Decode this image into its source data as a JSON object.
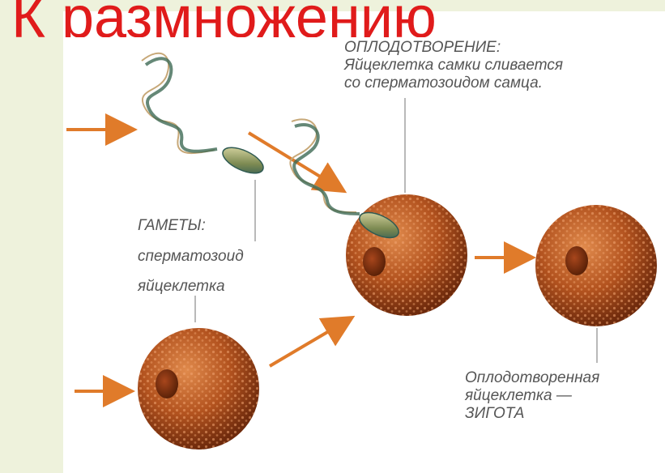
{
  "title": "К размножению",
  "labels": {
    "fertilization": {
      "heading": "ОПЛОДОТВОРЕНИЕ:",
      "line1": "Яйцеклетка самки сливается",
      "line2": "со сперматозоидом самца."
    },
    "gametes": {
      "heading": "ГАМЕТЫ:",
      "sperm": "сперматозоид",
      "egg": "яйцеклетка"
    },
    "zygote": {
      "line1": "Оплодотворенная",
      "line2": "яйцеклетка —",
      "line3": "ЗИГОТА"
    }
  },
  "colors": {
    "title": "#e01b1b",
    "arrow": "#e07b2a",
    "egg": "#b3531f",
    "label": "#555555",
    "background": "#eef2dc"
  }
}
